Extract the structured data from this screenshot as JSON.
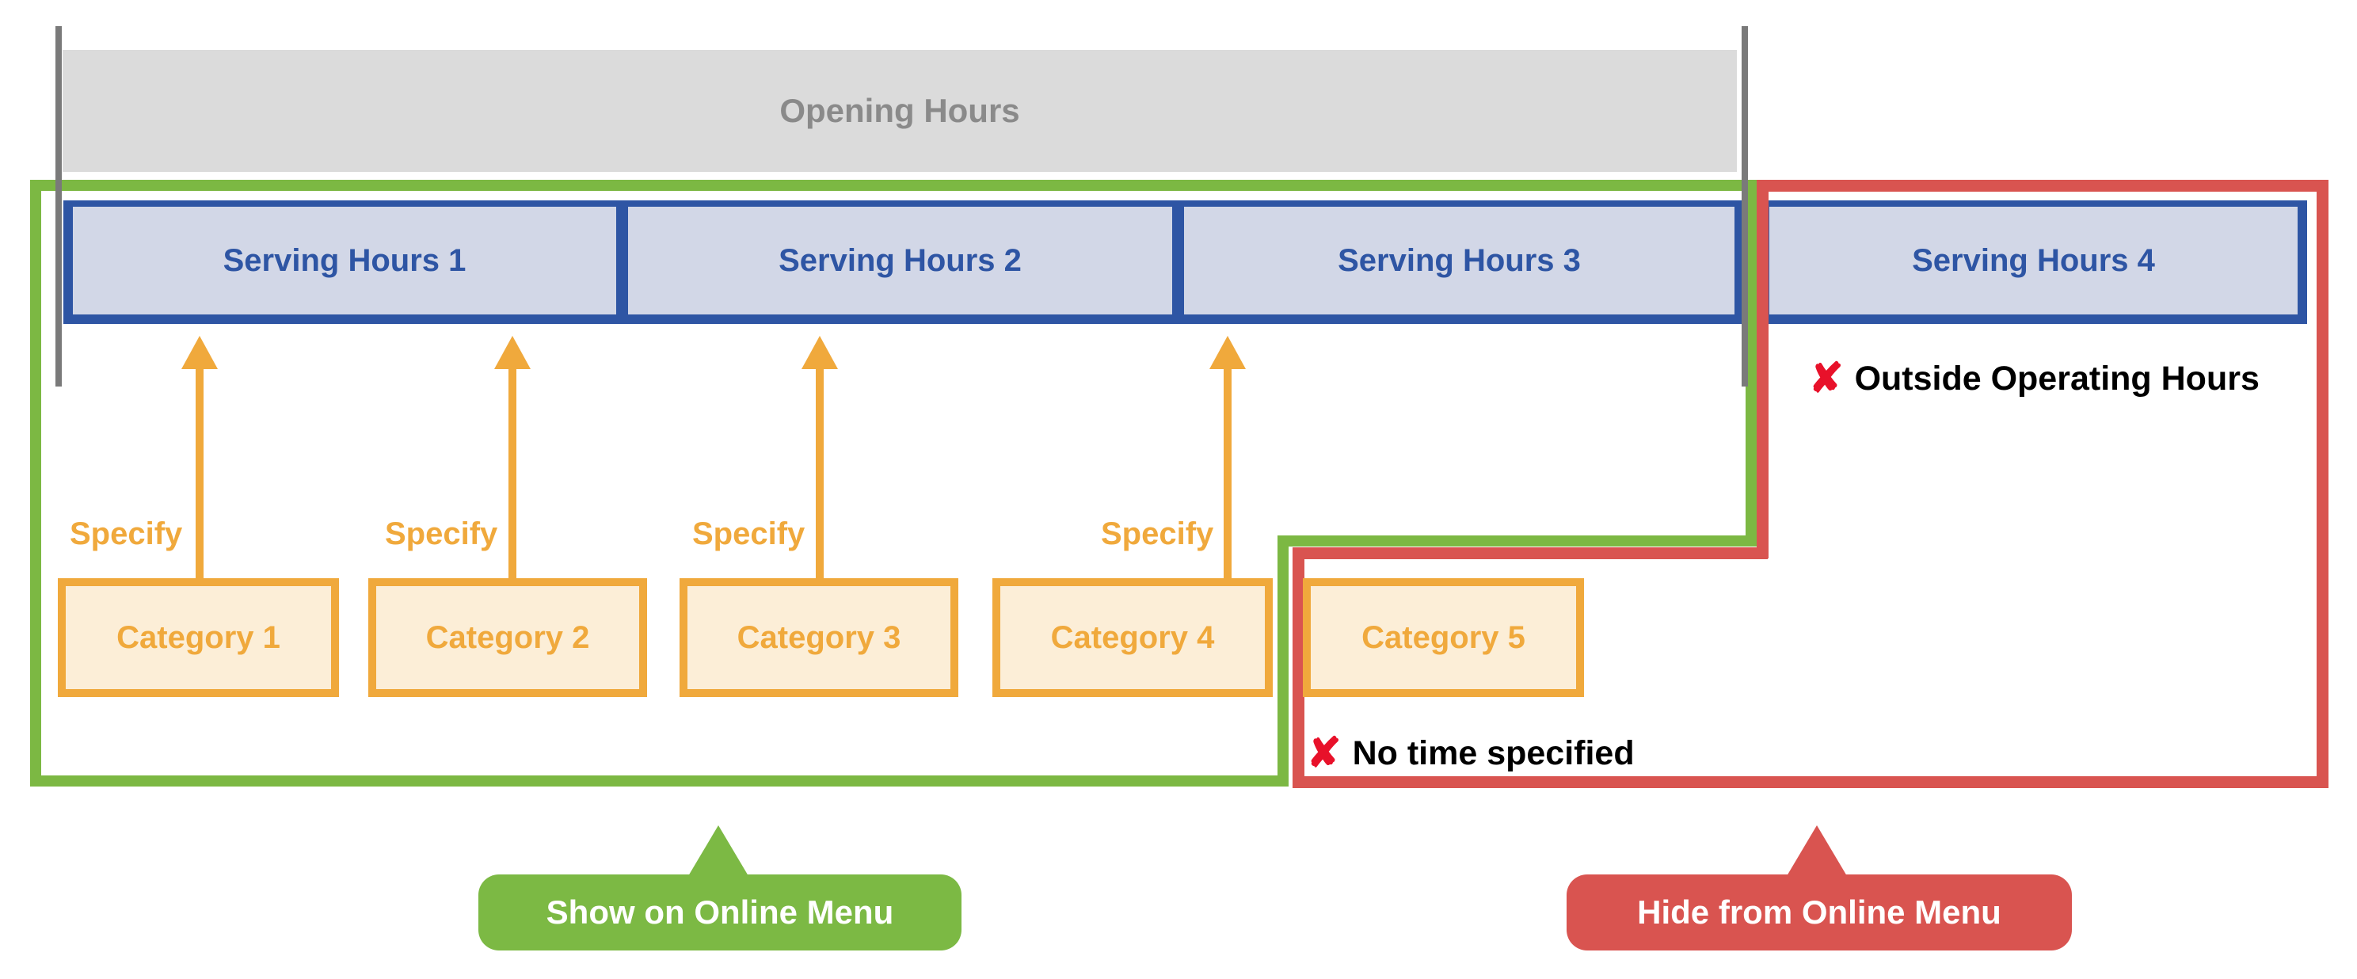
{
  "diagram": {
    "title_bar": {
      "label": "Opening Hours"
    },
    "serving_hours": [
      {
        "label": "Serving Hours 1"
      },
      {
        "label": "Serving Hours 2"
      },
      {
        "label": "Serving Hours 3"
      },
      {
        "label": "Serving Hours 4"
      }
    ],
    "specify_labels": [
      "Specify",
      "Specify",
      "Specify",
      "Specify"
    ],
    "categories": [
      {
        "label": "Category 1"
      },
      {
        "label": "Category 2"
      },
      {
        "label": "Category 3"
      },
      {
        "label": "Category 4"
      },
      {
        "label": "Category 5"
      }
    ],
    "annotations": {
      "outside_hours": {
        "icon": "✘",
        "text": "Outside Operating Hours"
      },
      "no_time": {
        "icon": "✘",
        "text": "No time specified"
      }
    },
    "legend": {
      "show_label": "Show on Online Menu",
      "hide_label": "Hide from Online Menu"
    },
    "colors": {
      "opening_bar_fill": "#dbdbdb",
      "opening_bar_text": "#8a8a8a",
      "boundary_line_gray": "#7a7a7a",
      "serving_border_blue": "#2e55a4",
      "serving_fill_blue": "#d2d7e7",
      "orange": "#f0a93c",
      "category_fill": "#fceed7",
      "show_green": "#7cb944",
      "hide_red": "#d95450",
      "x_mark_red": "#e8112a"
    }
  }
}
